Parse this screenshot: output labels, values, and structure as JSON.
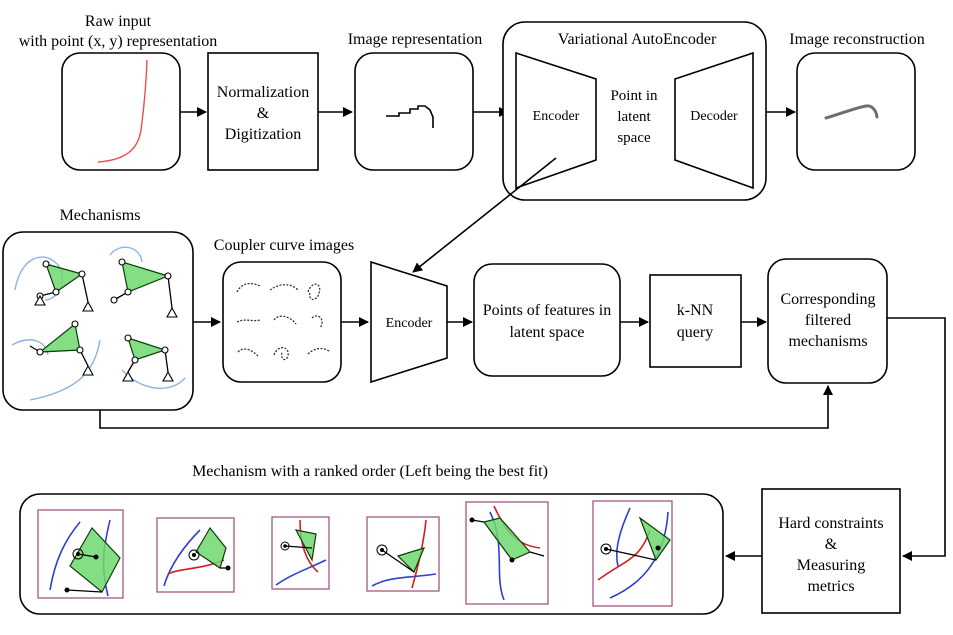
{
  "labels": {
    "raw_input_title_1": "Raw input",
    "raw_input_title_2": "with point (x, y) representation",
    "normalization_1": "Normalization",
    "normalization_2": "&",
    "normalization_3": "Digitization",
    "image_representation": "Image representation",
    "vae_title": "Variational AutoEncoder",
    "vae_encoder": "Encoder",
    "vae_decoder": "Decoder",
    "latent_1": "Point in",
    "latent_2": "latent",
    "latent_3": "space",
    "image_reconstruction": "Image reconstruction",
    "mechanisms": "Mechanisms",
    "coupler_curve_images": "Coupler curve images",
    "encoder": "Encoder",
    "features_1": "Points of features in",
    "features_2": "latent space",
    "knn_1": "k-NN",
    "knn_2": "query",
    "filtered_1": "Corresponding",
    "filtered_2": "filtered",
    "filtered_3": "mechanisms",
    "ranked_title": "Mechanism with a ranked order (Left being the best fit)",
    "hard_1": "Hard constraints",
    "hard_2": "&",
    "hard_3": "Measuring",
    "hard_4": "metrics"
  }
}
